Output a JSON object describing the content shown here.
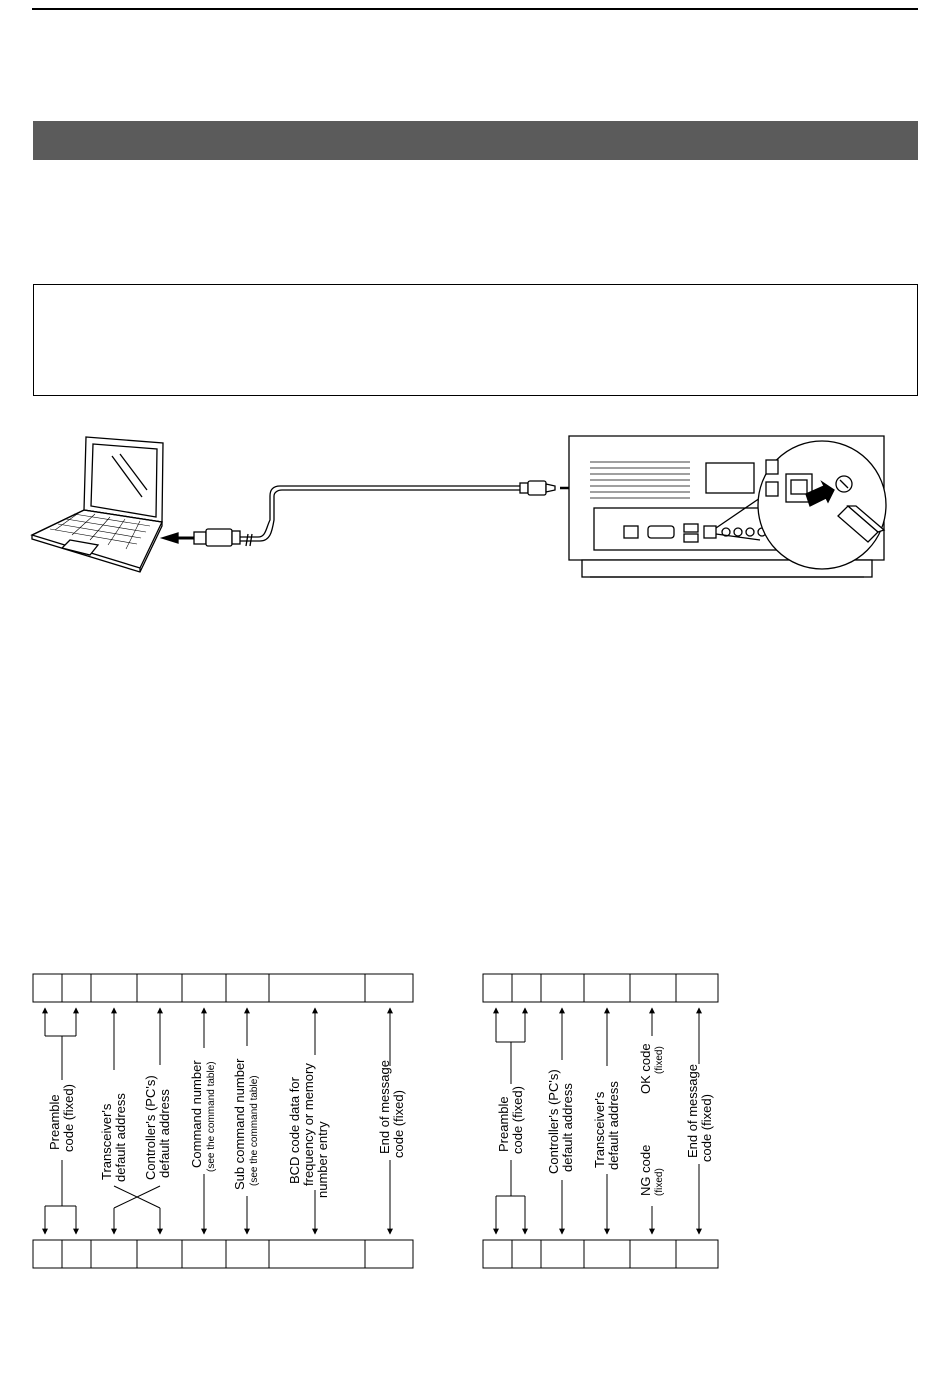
{
  "frame_command": {
    "labels": [
      {
        "id": "preamble",
        "lines": [
          "Preamble",
          "code (fixed)"
        ]
      },
      {
        "id": "transceiver_addr",
        "lines": [
          "Transceiver's",
          "default address"
        ]
      },
      {
        "id": "controller_addr",
        "lines": [
          "Controller's (PC's)",
          "default address"
        ]
      },
      {
        "id": "command_number",
        "lines": [
          "Command number",
          "(see the command table)"
        ]
      },
      {
        "id": "sub_command_number",
        "lines": [
          "Sub command number",
          "(see the command table)"
        ]
      },
      {
        "id": "bcd_data",
        "lines": [
          "BCD code data for",
          "frequency or memory",
          "number entry"
        ]
      },
      {
        "id": "end_of_message",
        "lines": [
          "End of message",
          "code (fixed)"
        ]
      }
    ]
  },
  "frame_response": {
    "labels": [
      {
        "id": "preamble",
        "lines": [
          "Preamble",
          "code (fixed)"
        ]
      },
      {
        "id": "controller_addr",
        "lines": [
          "Controller's (PC's)",
          "default address"
        ]
      },
      {
        "id": "transceiver_addr",
        "lines": [
          "Transceiver's",
          "default address"
        ]
      },
      {
        "id": "ok_code",
        "lines": [
          "OK code",
          "(fixed)"
        ]
      },
      {
        "id": "ng_code",
        "lines": [
          "NG code",
          "(fixed)"
        ]
      },
      {
        "id": "end_of_message",
        "lines": [
          "End of message",
          "code (fixed)"
        ]
      }
    ]
  },
  "icons": [
    "laptop-icon",
    "usb-cable-icon",
    "transceiver-icon",
    "usb-b-port-icon"
  ]
}
